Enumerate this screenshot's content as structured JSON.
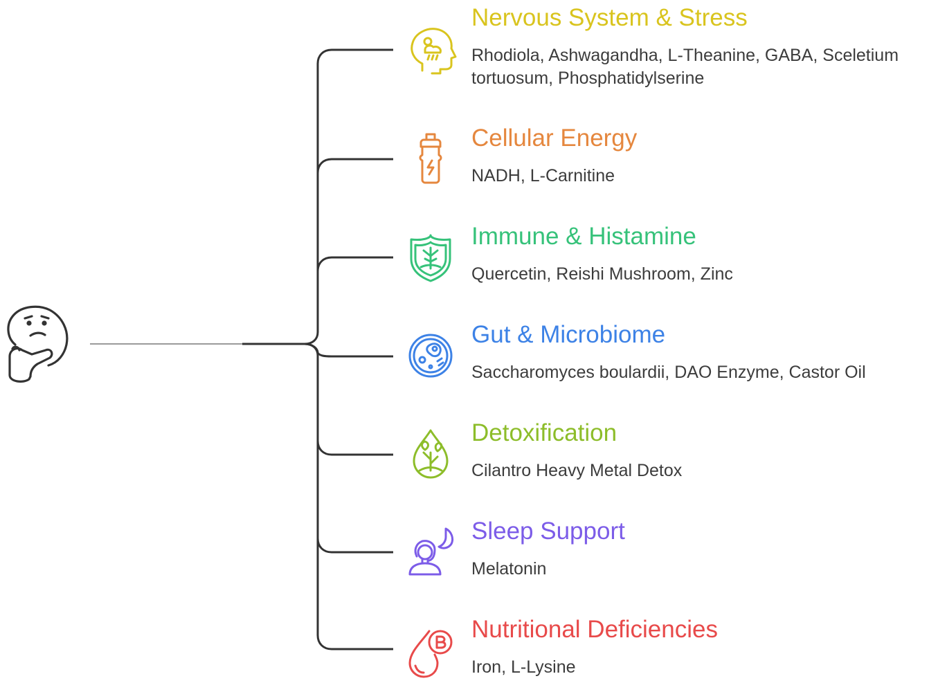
{
  "branches": [
    {
      "title": "Nervous System & Stress",
      "items": "Rhodiola, Ashwagandha, L-Theanine, GABA, Sceletium tortuosum, Phosphatidylserine",
      "color": "#d9c41e",
      "icon": "head-brain-storm-icon"
    },
    {
      "title": "Cellular Energy",
      "items": "NADH, L-Carnitine",
      "color": "#e5873e",
      "icon": "energy-drink-bottle-icon"
    },
    {
      "title": "Immune & Histamine",
      "items": "Quercetin, Reishi Mushroom, Zinc",
      "color": "#36c27a",
      "icon": "shield-plant-icon"
    },
    {
      "title": "Gut & Microbiome",
      "items": "Saccharomyces boulardii, DAO Enzyme, Castor Oil",
      "color": "#3d82e6",
      "icon": "microbe-petri-dish-icon"
    },
    {
      "title": "Detoxification",
      "items": "Cilantro Heavy Metal Detox",
      "color": "#8dbd2a",
      "icon": "water-drop-plant-icon"
    },
    {
      "title": "Sleep Support",
      "items": "Melatonin",
      "color": "#7c5ce8",
      "icon": "person-moon-icon"
    },
    {
      "title": "Nutritional Deficiencies",
      "items": "Iron, L-Lysine",
      "color": "#e84a4a",
      "icon": "vitamin-b-drop-icon"
    }
  ],
  "root_icon": "thinking-face-icon",
  "connector_color": "#333333"
}
